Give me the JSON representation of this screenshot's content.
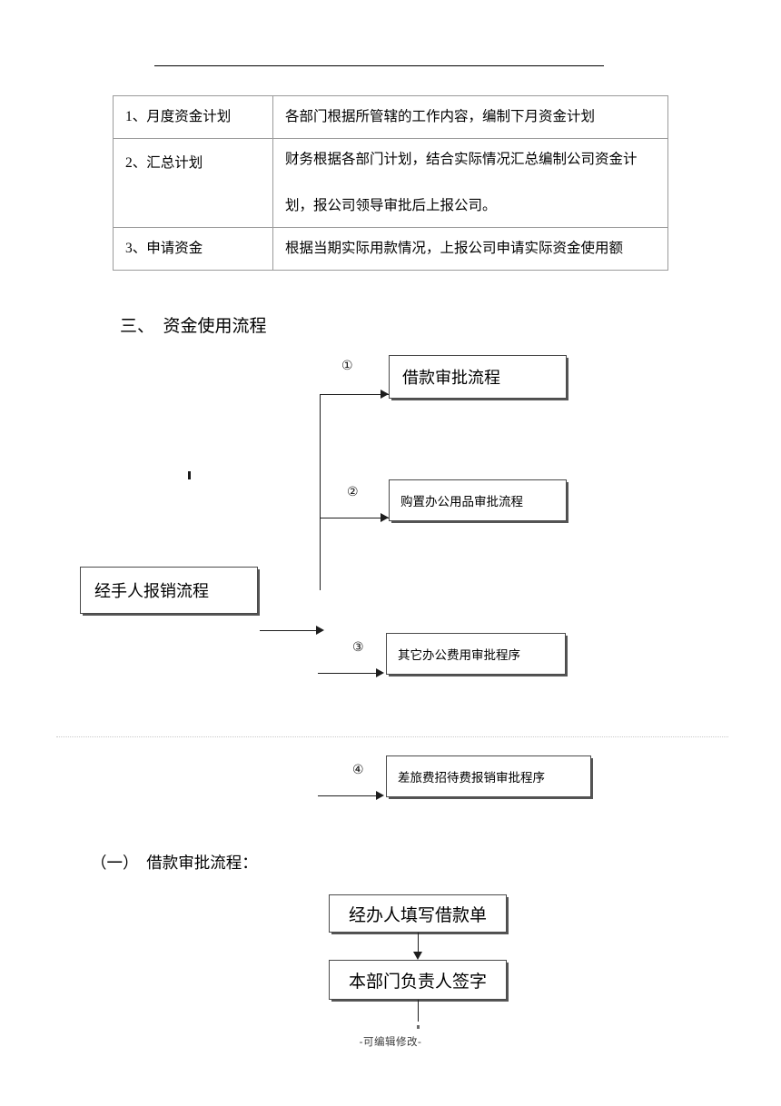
{
  "document": {
    "footer_note": "-可编辑修改-"
  },
  "table": {
    "rows": [
      {
        "label": "1、月度资金计划",
        "lines": [
          "各部门根据所管辖的工作内容，编制下月资金计划"
        ]
      },
      {
        "label": "2、汇总计划",
        "lines": [
          "财务根据各部门计划，结合实际情况汇总编制公司资金计",
          "划，报公司领导审批后上报公司。"
        ]
      },
      {
        "label": "3、申请资金",
        "lines": [
          "根据当期实际用款情况，上报公司申请实际资金使用额"
        ]
      }
    ]
  },
  "headings": {
    "section3": "三、  资金使用流程",
    "sub1": "（一）  借款审批流程："
  },
  "flowchart_main": {
    "source_box": "经手人报销流程",
    "branches": [
      {
        "marker": "①",
        "label": "借款审批流程"
      },
      {
        "marker": "②",
        "label": "购置办公用品审批流程"
      },
      {
        "marker": "③",
        "label": "其它办公费用审批程序"
      },
      {
        "marker": "④",
        "label": "差旅费招待费报销审批程序"
      }
    ]
  },
  "flowchart_loan": {
    "steps": [
      "经办人填写借款单",
      "本部门负责人签字"
    ]
  }
}
